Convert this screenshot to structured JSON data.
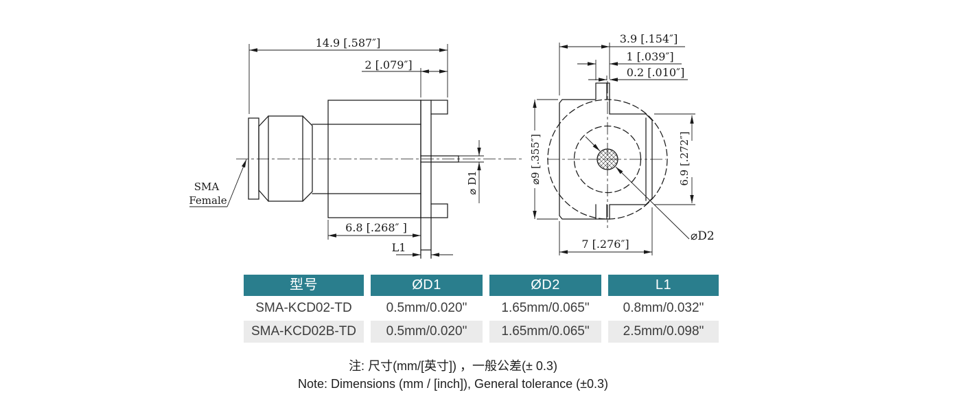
{
  "drawing": {
    "left_view": {
      "connector_label_line1": "SMA",
      "connector_label_line2": "Female",
      "dim_overall_length": "14.9 [.587″]",
      "dim_flange_offset": "2 [.079″]",
      "dim_body_length": "6.8 [.268″ ]",
      "dim_leg_length": "L1",
      "dim_pin_dia": "⌀ D1"
    },
    "front_view": {
      "dim_depth": "3.9 [.154″]",
      "dim_leg_width": "1 [.039″]",
      "dim_leg_thickness": "0.2 [.010″]",
      "dim_body_dia": "⌀9 [.355″]",
      "dim_flange_height": "6.9 [.272″]",
      "dim_flange_width": "7 [.276″]",
      "dim_pin_dia": "⌀D2"
    }
  },
  "table": {
    "headers": [
      "型号",
      "ØD1",
      "ØD2",
      "L1"
    ],
    "rows": [
      [
        "SMA-KCD02-TD",
        "0.5mm/0.020\"",
        "1.65mm/0.065\"",
        "0.8mm/0.032\""
      ],
      [
        "SMA-KCD02B-TD",
        "0.5mm/0.020\"",
        "1.65mm/0.065\"",
        "2.5mm/0.098\""
      ]
    ]
  },
  "notes": {
    "zh": "注: 尺寸(mm/[英寸]) ，一般公差(± 0.3)",
    "en": "Note: Dimensions (mm / [inch]), General tolerance (±0.3)"
  },
  "colors": {
    "header_teal": "#2A7E8D",
    "row_alt_gray": "#EBEBEB",
    "line_ink": "#1A1A1A"
  }
}
